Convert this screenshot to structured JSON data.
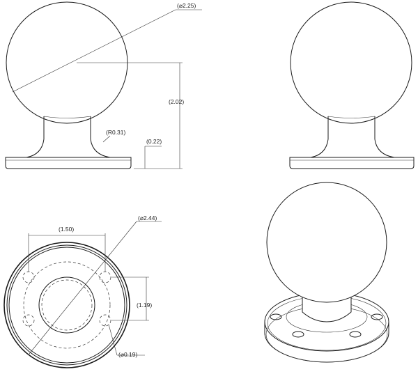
{
  "drawing": {
    "views": [
      "front-dimensioned",
      "front-plain",
      "bottom-dimensioned",
      "isometric"
    ],
    "dimensions": {
      "ball_diameter": "(⌀2.25)",
      "height": "(2.02)",
      "fillet_radius": "(R0.31)",
      "base_thickness": "(0.22)",
      "hole_spacing_x": "(1.50)",
      "base_diameter": "(⌀2.44)",
      "hole_spacing_y": "(1.19)",
      "hole_diameter": "(⌀0.19)"
    },
    "colors": {
      "line": "#1a1a1a",
      "background": "#ffffff"
    }
  }
}
